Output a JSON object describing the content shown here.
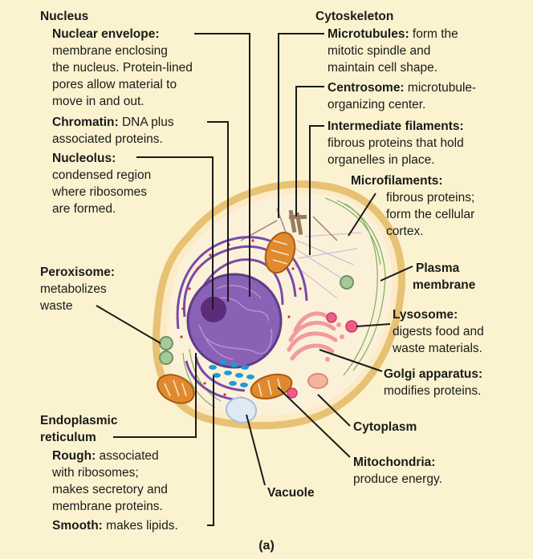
{
  "colors": {
    "background": "#fbf3cf",
    "cytoplasm": "#fcebc6",
    "membrane": "#e7c174",
    "nucleus": "#8a62b5",
    "rough_er": "#7a4aa8",
    "ribosome": "#c8323a",
    "mitochondria": "#e08a2f",
    "golgi": "#f19aa2",
    "lysosome": "#ee5d86",
    "smooth_er": "#1e9ad6",
    "vacuole": "#dfe9f4",
    "peroxisome": "#a8c79a",
    "microfilament": "#7fae5c",
    "leader": "#1a1a1a"
  },
  "labels": {
    "nucleus_title": "Nucleus",
    "nuclear_envelope_term": "Nuclear envelope:",
    "nuclear_envelope_desc": [
      "membrane enclosing",
      "the nucleus. Protein-lined",
      "pores allow material to",
      "move in and out."
    ],
    "chromatin_term": "Chromatin:",
    "chromatin_desc_1": " DNA plus",
    "chromatin_desc_2": "associated proteins.",
    "nucleolus_term": "Nucleolus:",
    "nucleolus_desc": [
      "condensed region",
      "where ribosomes",
      "are formed."
    ],
    "peroxisome_term": "Peroxisome:",
    "peroxisome_desc": [
      "metabolizes",
      "waste"
    ],
    "er_title_1": "Endoplasmic",
    "er_title_2": "reticulum",
    "rough_term": "Rough:",
    "rough_desc_1": " associated",
    "rough_desc": [
      "with ribosomes;",
      "makes secretory and",
      "membrane proteins."
    ],
    "smooth_term": "Smooth:",
    "smooth_desc": " makes lipids.",
    "vacuole": "Vacuole",
    "cytoskeleton_title": "Cytoskeleton",
    "microtubules_term": "Microtubules:",
    "microtubules_desc_1": " form the",
    "microtubules_desc": [
      "mitotic spindle and",
      "maintain cell shape."
    ],
    "centrosome_term": "Centrosome:",
    "centrosome_desc_1": " microtubule-",
    "centrosome_desc_2": "organizing center.",
    "intermediate_term": "Intermediate filaments:",
    "intermediate_desc": [
      "fibrous proteins that hold",
      "organelles in place."
    ],
    "microfilaments_term": "Microfilaments:",
    "microfilaments_desc": [
      "fibrous proteins;",
      "form the cellular",
      "cortex."
    ],
    "plasma_membrane_1": "Plasma",
    "plasma_membrane_2": "membrane",
    "lysosome_term": "Lysosome:",
    "lysosome_desc": [
      "digests food and",
      "waste materials."
    ],
    "golgi_term": "Golgi apparatus:",
    "golgi_desc": "modifies proteins.",
    "cytoplasm": "Cytoplasm",
    "mitochondria_term": "Mitochondria:",
    "mitochondria_desc": "produce energy.",
    "panel_label": "(a)"
  }
}
